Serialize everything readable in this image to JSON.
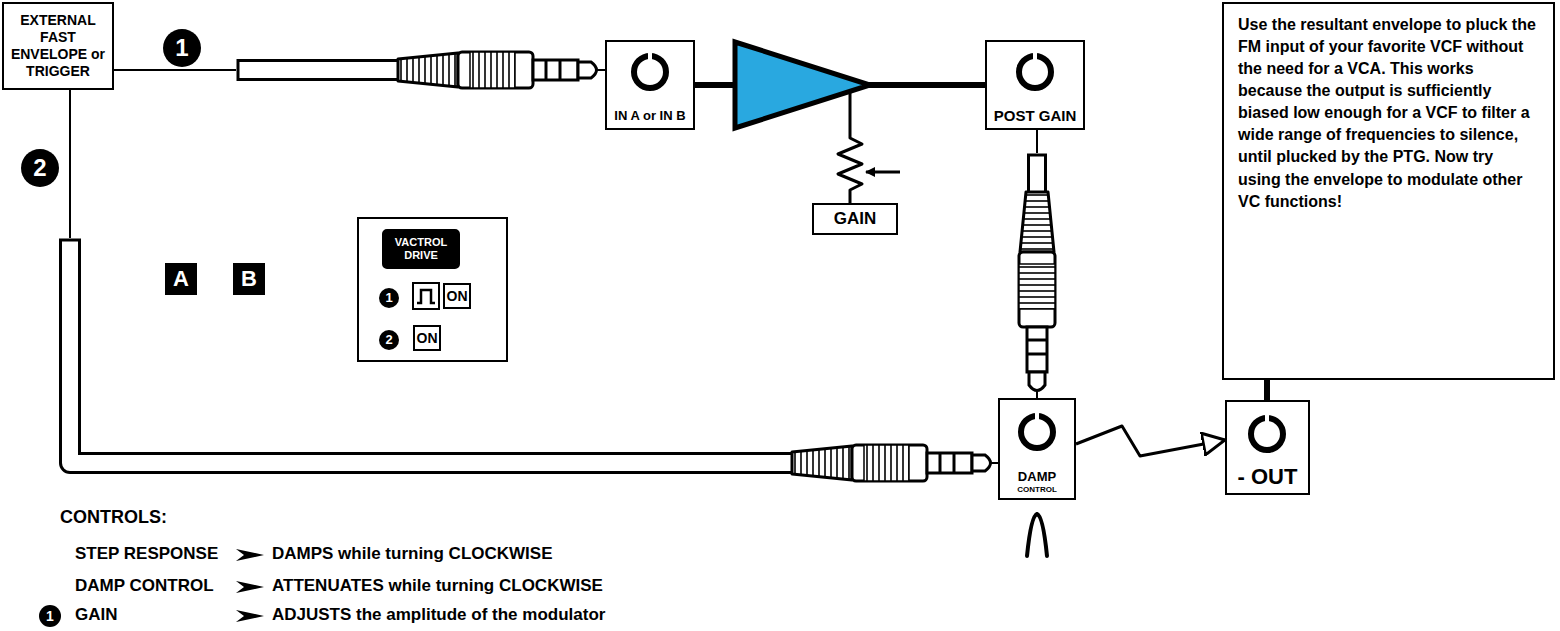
{
  "diagram": {
    "nodes": [
      {
        "text": [
          "EXTERNAL FAST ENVELOPE or TRIGGER"
        ]
      },
      {
        "text": [
          "IN A or IN B"
        ]
      },
      {
        "text": [
          "POST GAIN"
        ]
      },
      {
        "text": [
          "Use the resultant envelope to pluck the FM input of your favorite VCF without the need for a VCA. This works because the output is sufficiently biased low enough for a VCF to filter a wide range of frequencies to silence, until plucked by the PTG. Now try using the envelope to modulate other VC functions!"
        ]
      },
      {
        "text": [
          "GAIN"
        ]
      },
      {
        "text": [
          "A"
        ]
      },
      {
        "text": [
          "B"
        ]
      },
      {
        "text": [
          "1",
          "2"
        ]
      },
      {
        "text": [
          "VACTROL DRIVE"
        ],
        "in": 7
      },
      {
        "text": [
          "ON"
        ],
        "in": 7
      },
      {
        "text": [
          "ON"
        ],
        "in": 7
      },
      {
        "text": [
          "DAMP",
          "CONTROL"
        ]
      },
      {
        "text": [
          "- OUT"
        ]
      }
    ],
    "edges": [
      {
        "from": 0,
        "to": 1,
        "arrow": "none"
      },
      {
        "from": 1,
        "to": 2,
        "arrow": "none"
      },
      {
        "from": 2,
        "to": 11,
        "arrow": "none"
      },
      {
        "from": 0,
        "to": 11,
        "arrow": "none"
      },
      {
        "from": 11,
        "to": 12,
        "arrow": "to"
      },
      {
        "from": 3,
        "to": 12,
        "arrow": "none"
      }
    ],
    "labels": [
      "1",
      "2",
      "CONTROLS:",
      "STEP RESPONSE",
      "DAMPS while turning CLOCKWISE",
      "DAMP CONTROL",
      "ATTENUATES while turning CLOCKWISE",
      "1",
      "GAIN",
      "ADJUSTS the amplitude of the modulator"
    ]
  }
}
